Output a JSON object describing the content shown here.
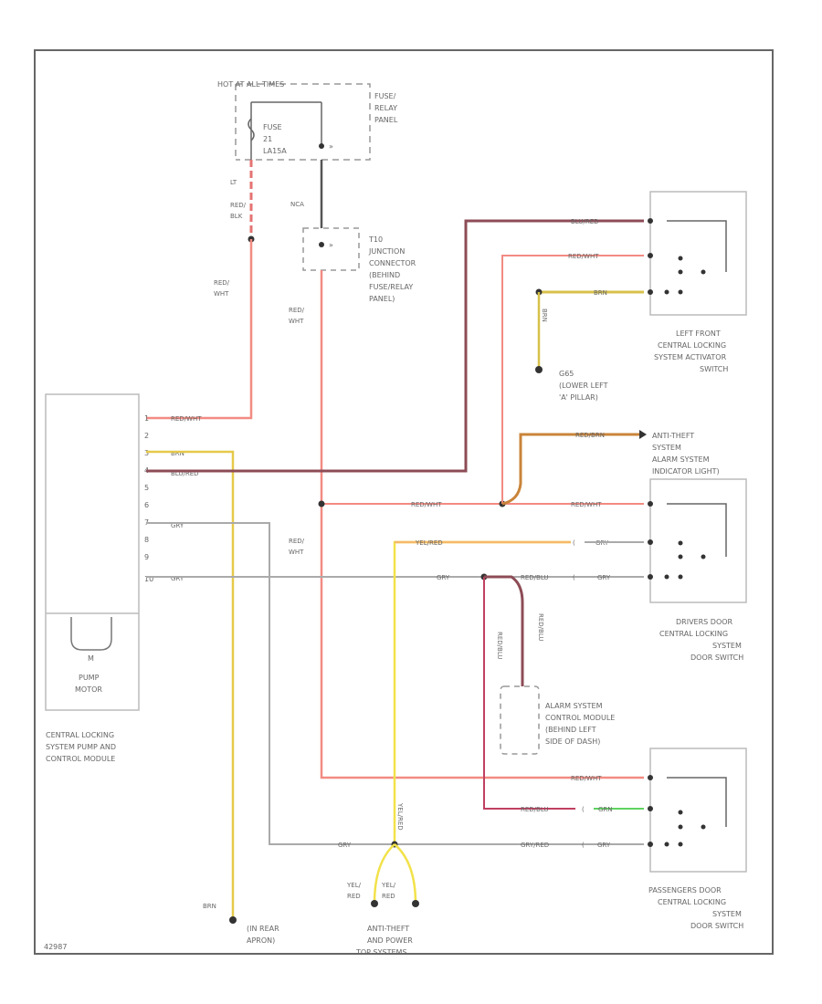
{
  "fuse_panel": {
    "hot_line": "HOT AT ALL TIMES",
    "panel_l1": "FUSE/",
    "panel_l2": "RELAY",
    "panel_l3": "PANEL",
    "fuse_l1": "FUSE",
    "fuse_l2": "21",
    "fuse_l3": "LA15A"
  },
  "wires": {
    "lt": "LT",
    "red_blk_1": "RED/",
    "red_blk_2": "BLK",
    "red_wht_1a": "RED/",
    "red_wht_1b": "WHT",
    "red_wht_2a": "RED/",
    "red_wht_2b": "WHT",
    "red_wht_3a": "RED/",
    "red_wht_3b": "WHT",
    "nca": "NCA",
    "m_redwht": "RED/WHT",
    "m_brn": "BRN",
    "m_blured": "BLU/RED",
    "m_gry1": "GRY",
    "m_gry2": "GRY",
    "lf_blured": "BLU/RED",
    "lf_redwht": "RED/WHT",
    "lf_brn": "BRN",
    "lf_brn_v": "BRN",
    "at_redbrn": "RED/BRN",
    "mid_redwht": "RED/WHT",
    "dd_redwht": "RED/WHT",
    "yelred": "YEL/RED",
    "dd_gry1": "GRY",
    "mid_gry": "GRY",
    "redblu": "RED/BLU",
    "dd_gry2": "GRY",
    "v_redblu1": "RED/BLU",
    "v_redblu2": "RED/BLU",
    "pd_redwht": "RED/WHT",
    "pd_redblu": "RED/BLU",
    "pd_grn": "GRN",
    "pd_gry": "GRY",
    "pd_gryred": "GRY/RED",
    "pd_gry2": "GRY",
    "v_yelred": "YEL/RED",
    "yel_red_a1": "YEL/",
    "yel_red_a2": "RED",
    "yel_red_b1": "YEL/",
    "yel_red_b2": "RED",
    "brn_ground": "BRN"
  },
  "junction": {
    "l1": "T10",
    "l2": "JUNCTION",
    "l3": "CONNECTOR",
    "l4": "(BEHIND",
    "l5": "FUSE/RELAY",
    "l6": "PANEL)"
  },
  "module": {
    "pins": [
      "1",
      "2",
      "3",
      "4",
      "5",
      "6",
      "7",
      "8",
      "9",
      "10"
    ],
    "motor_symbol": "M",
    "pump_l1": "PUMP",
    "pump_l2": "MOTOR",
    "name_l1": "CENTRAL LOCKING",
    "name_l2": "SYSTEM PUMP AND",
    "name_l3": "CONTROL MODULE"
  },
  "lf_switch": {
    "l1": "LEFT FRONT",
    "l2": "CENTRAL LOCKING",
    "l3": "SYSTEM ACTIVATOR",
    "l4": "SWITCH"
  },
  "g_ground": {
    "l1": "G65",
    "l2": "(LOWER LEFT",
    "l3": "'A' PILLAR)"
  },
  "anti_theft": {
    "l1": "ANTI-THEFT",
    "l2": "SYSTEM",
    "l3": "ALARM SYSTEM",
    "l4": "INDICATOR LIGHT)"
  },
  "driver_switch": {
    "l1": "DRIVERS DOOR",
    "l2": "CENTRAL LOCKING",
    "l3": "SYSTEM",
    "l4": "DOOR SWITCH"
  },
  "alarm_module": {
    "l1": "ALARM SYSTEM",
    "l2": "CONTROL MODULE",
    "l3": "(BEHIND LEFT",
    "l4": "SIDE OF DASH)"
  },
  "passenger_switch": {
    "l1": "PASSENGERS DOOR",
    "l2": "CENTRAL LOCKING",
    "l3": "SYSTEM",
    "l4": "DOOR SWITCH"
  },
  "rear_ground": {
    "l1": "(IN REAR",
    "l2": "APRON)"
  },
  "anti_theft_bottom": {
    "l1": "ANTI-THEFT",
    "l2": "AND POWER",
    "l3": "TOP SYSTEMS"
  },
  "footer_code": "42987"
}
